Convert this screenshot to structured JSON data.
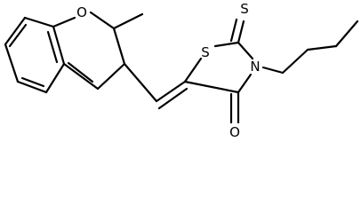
{
  "molecule": {
    "atoms": {
      "ring_oxygen": "O",
      "ring_sulfur": "S",
      "thione_sulfur": "S",
      "ring_nitrogen": "N",
      "carbonyl_oxygen": "O"
    },
    "colors": {
      "bond": "#000000",
      "label": "#000000",
      "background": "#ffffff"
    }
  }
}
